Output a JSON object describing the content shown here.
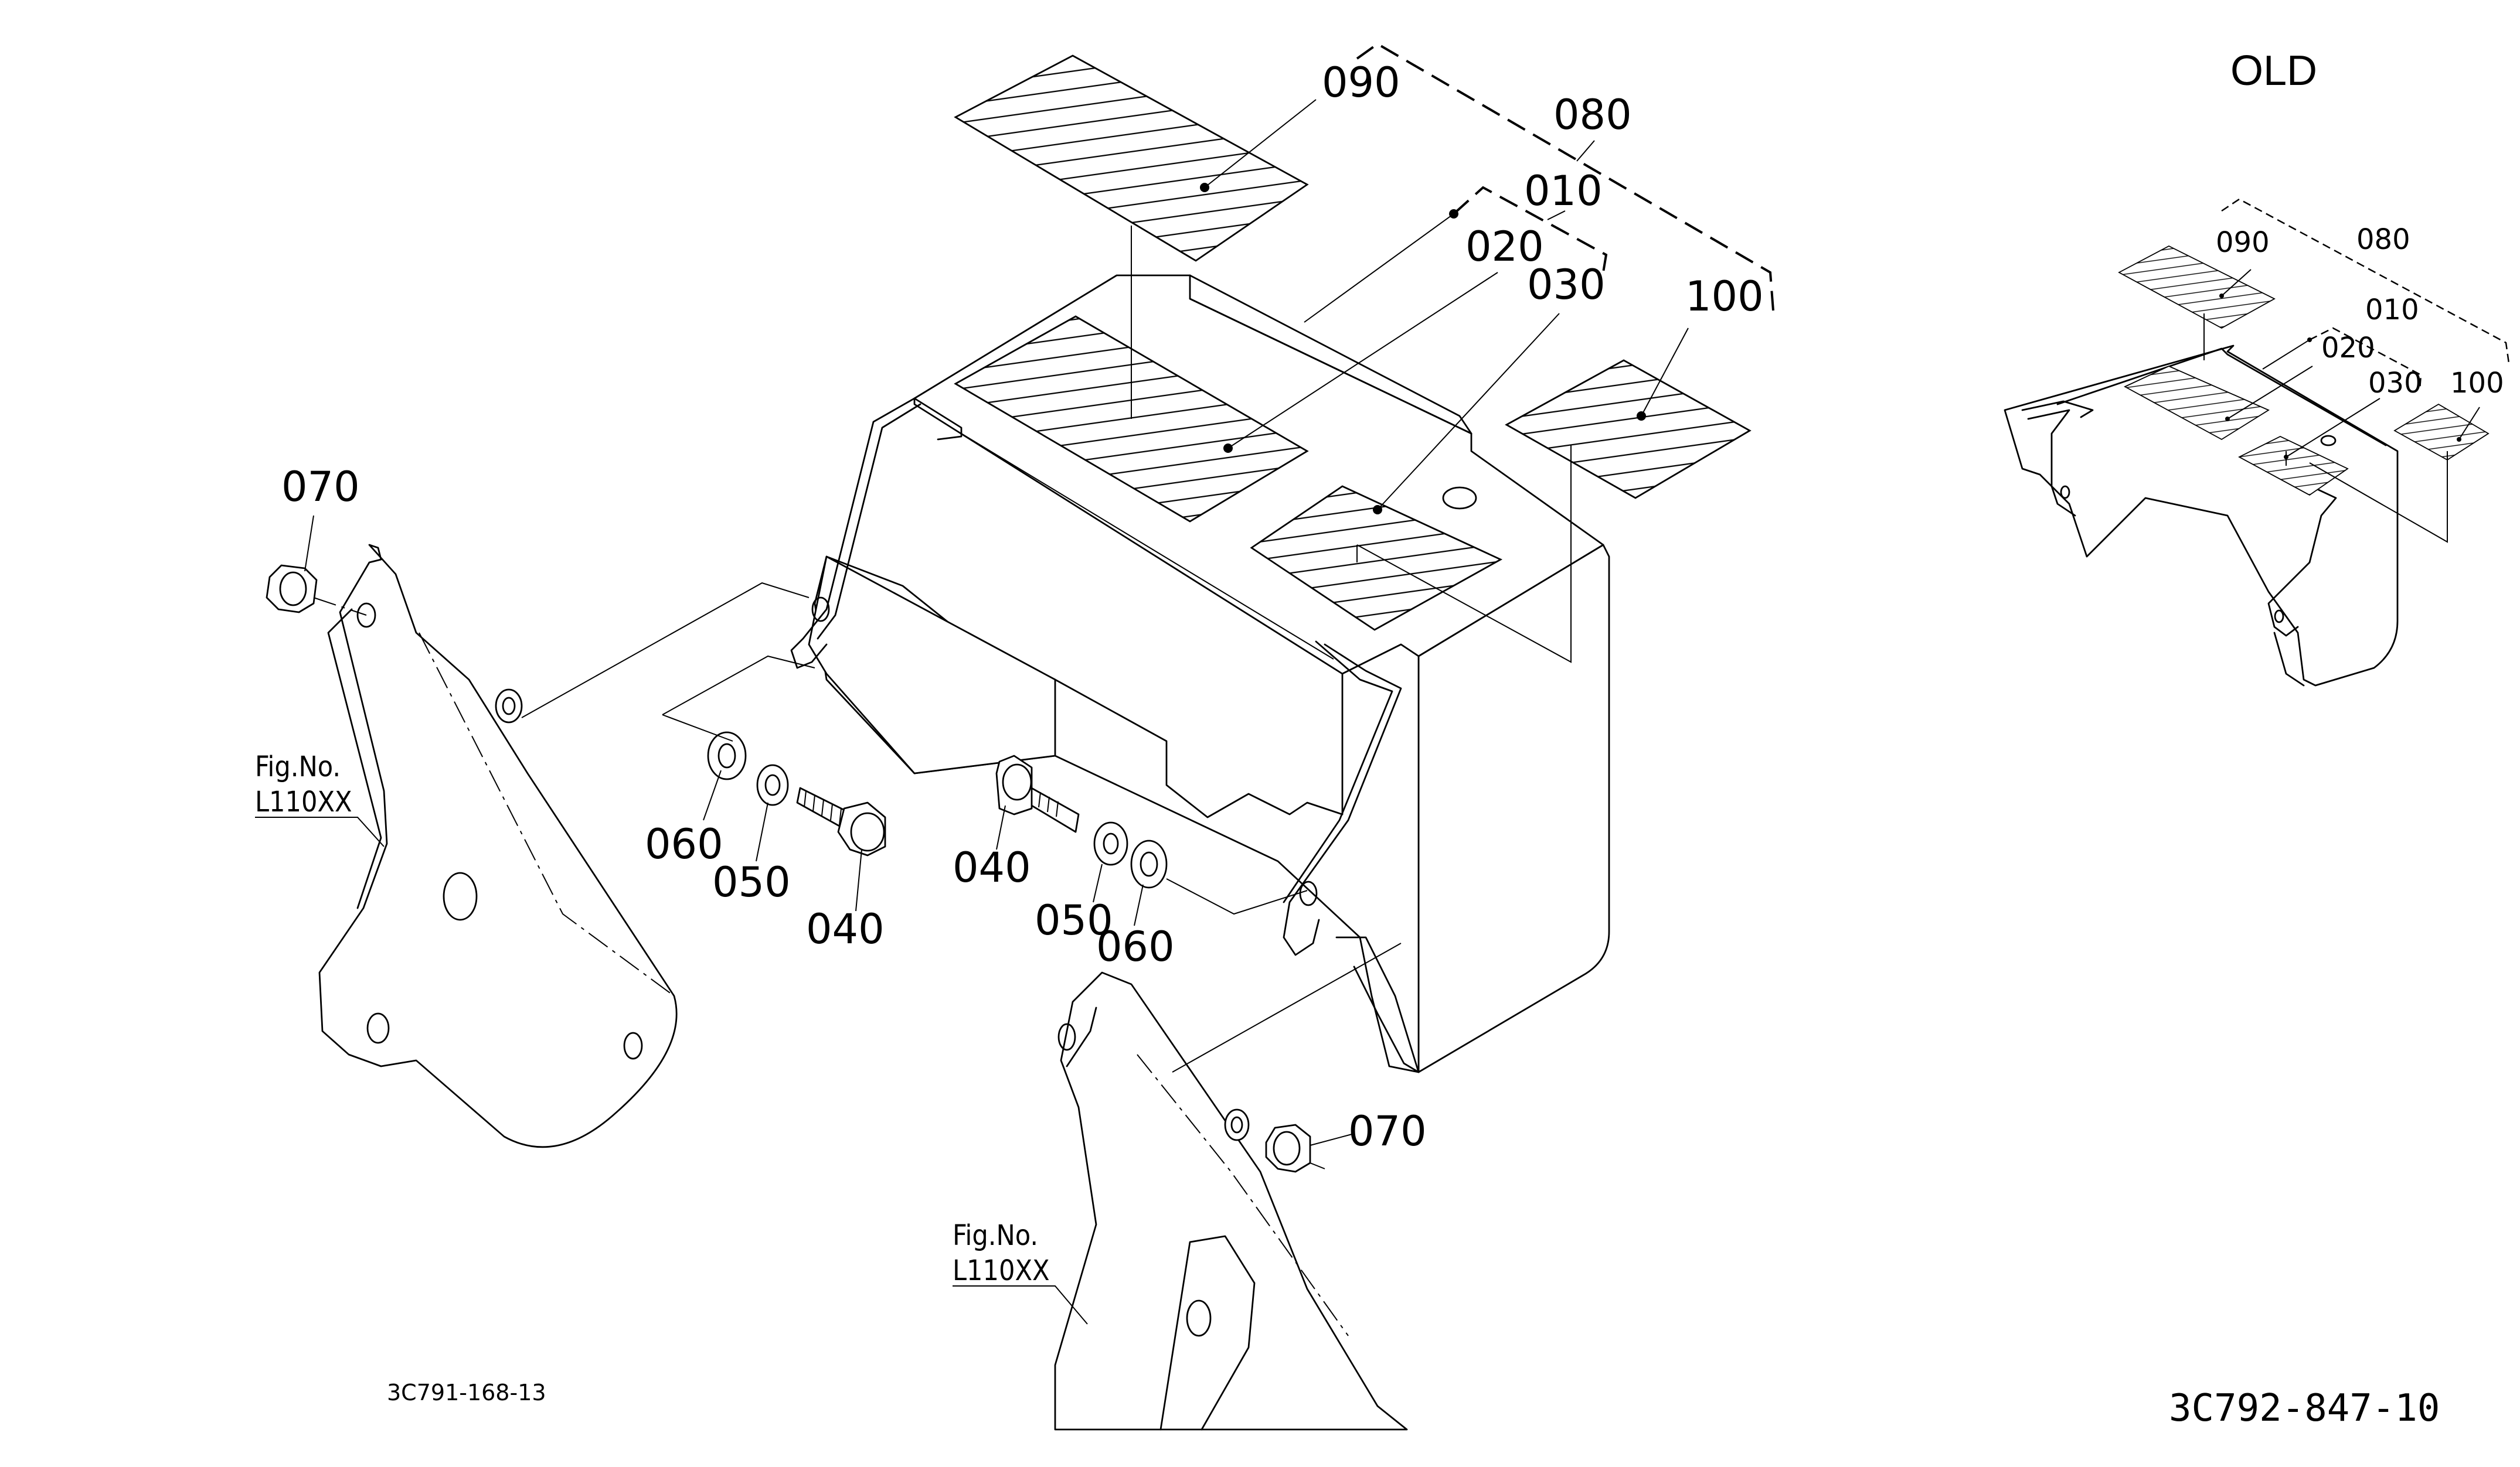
{
  "diagram": {
    "labels": {
      "p010": "010",
      "p020": "020",
      "p030": "030",
      "p040a": "040",
      "p040b": "040",
      "p050a": "050",
      "p050b": "050",
      "p060a": "060",
      "p060b": "060",
      "p070a": "070",
      "p070b": "070",
      "p080": "080",
      "p090": "090",
      "p100": "100"
    },
    "fig_refs": [
      {
        "line1": "Fig.No.",
        "line2": "L110XX"
      },
      {
        "line1": "Fig.No.",
        "line2": "L110XX"
      }
    ],
    "old_inset": {
      "title": "OLD",
      "labels": {
        "p010": "010",
        "p020": "020",
        "p030": "030",
        "p080": "080",
        "p090": "090",
        "p100": "100"
      }
    },
    "codes": {
      "left": "3C791-168-13",
      "right": "3C792-847-10"
    }
  }
}
